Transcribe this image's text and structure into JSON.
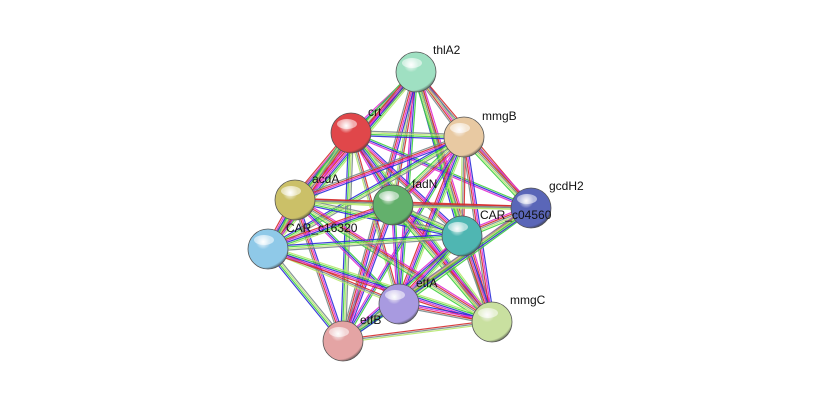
{
  "network": {
    "nodes": [
      {
        "id": "thlA2",
        "label": "thlA2",
        "color": "#9fe0c2"
      },
      {
        "id": "crt",
        "label": "crt",
        "color": "#e0474a"
      },
      {
        "id": "mmgB",
        "label": "mmgB",
        "color": "#e8c9a2"
      },
      {
        "id": "gcdH2",
        "label": "gcdH2",
        "color": "#5a66b8"
      },
      {
        "id": "acdA",
        "label": "acdA",
        "color": "#cbc068"
      },
      {
        "id": "fadN",
        "label": "fadN",
        "color": "#63b06c"
      },
      {
        "id": "CAR_c04560",
        "label": "CAR_c04560",
        "color": "#4fb6b2"
      },
      {
        "id": "CAR_c16320",
        "label": "CAR_c16320",
        "color": "#8fc9e8"
      },
      {
        "id": "etfA",
        "label": "etfA",
        "color": "#a89ae0"
      },
      {
        "id": "mmgC",
        "label": "mmgC",
        "color": "#c9e0a0"
      },
      {
        "id": "etfB",
        "label": "etfB",
        "color": "#e4a4a4"
      }
    ],
    "edges": [
      [
        "thlA2",
        "crt"
      ],
      [
        "thlA2",
        "mmgB"
      ],
      [
        "thlA2",
        "acdA"
      ],
      [
        "thlA2",
        "fadN"
      ],
      [
        "thlA2",
        "CAR_c04560"
      ],
      [
        "thlA2",
        "CAR_c16320"
      ],
      [
        "thlA2",
        "etfA"
      ],
      [
        "thlA2",
        "etfB"
      ],
      [
        "thlA2",
        "mmgC"
      ],
      [
        "thlA2",
        "gcdH2"
      ],
      [
        "crt",
        "mmgB"
      ],
      [
        "crt",
        "acdA"
      ],
      [
        "crt",
        "fadN"
      ],
      [
        "crt",
        "CAR_c04560"
      ],
      [
        "crt",
        "CAR_c16320"
      ],
      [
        "crt",
        "etfA"
      ],
      [
        "crt",
        "etfB"
      ],
      [
        "crt",
        "mmgC"
      ],
      [
        "crt",
        "gcdH2"
      ],
      [
        "mmgB",
        "acdA"
      ],
      [
        "mmgB",
        "fadN"
      ],
      [
        "mmgB",
        "CAR_c04560"
      ],
      [
        "mmgB",
        "CAR_c16320"
      ],
      [
        "mmgB",
        "etfA"
      ],
      [
        "mmgB",
        "etfB"
      ],
      [
        "mmgB",
        "mmgC"
      ],
      [
        "mmgB",
        "gcdH2"
      ],
      [
        "acdA",
        "fadN"
      ],
      [
        "acdA",
        "CAR_c04560"
      ],
      [
        "acdA",
        "CAR_c16320"
      ],
      [
        "acdA",
        "etfA"
      ],
      [
        "acdA",
        "etfB"
      ],
      [
        "acdA",
        "mmgC"
      ],
      [
        "acdA",
        "gcdH2"
      ],
      [
        "fadN",
        "CAR_c04560"
      ],
      [
        "fadN",
        "CAR_c16320"
      ],
      [
        "fadN",
        "etfA"
      ],
      [
        "fadN",
        "etfB"
      ],
      [
        "fadN",
        "mmgC"
      ],
      [
        "fadN",
        "gcdH2"
      ],
      [
        "CAR_c04560",
        "CAR_c16320"
      ],
      [
        "CAR_c04560",
        "etfA"
      ],
      [
        "CAR_c04560",
        "etfB"
      ],
      [
        "CAR_c04560",
        "mmgC"
      ],
      [
        "CAR_c04560",
        "gcdH2"
      ],
      [
        "CAR_c16320",
        "etfA"
      ],
      [
        "CAR_c16320",
        "etfB"
      ],
      [
        "CAR_c16320",
        "mmgC"
      ],
      [
        "etfA",
        "etfB"
      ],
      [
        "etfA",
        "mmgC"
      ],
      [
        "etfA",
        "gcdH2"
      ],
      [
        "etfB",
        "mmgC"
      ],
      [
        "etfB",
        "gcdH2"
      ]
    ],
    "edge_colors": [
      "#3ecf3e",
      "#2b2bd8",
      "#e02bd0",
      "#d42b2b",
      "#7a8a8a",
      "#b6e86e"
    ]
  }
}
